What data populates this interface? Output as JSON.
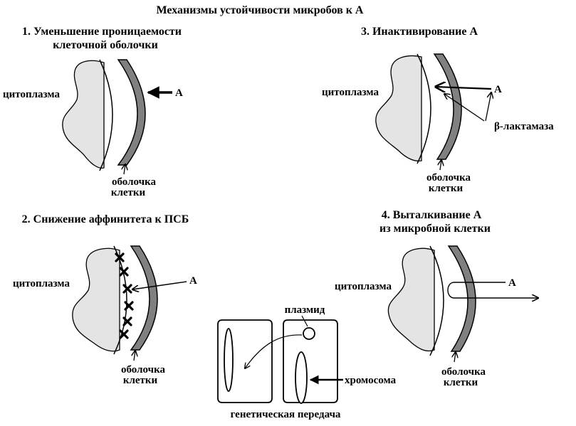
{
  "title": "Механизмы устойчивости микробов к А",
  "colors": {
    "shell": "#808080",
    "cytoplasm": "#e4e4e4",
    "stroke": "#000000"
  },
  "panels": [
    {
      "heading": [
        "1. Уменьшение проницаемости",
        "клеточной оболочки"
      ],
      "cytoplasm_label": "цитоплазма",
      "antibiotic_label": "А",
      "shell_label": [
        "оболочка",
        "клетки"
      ]
    },
    {
      "heading": [
        "2. Снижение аффинитета к ПСБ"
      ],
      "cytoplasm_label": "цитоплазма",
      "antibiotic_label": "А",
      "shell_label": [
        "оболочка",
        "клетки"
      ],
      "binding_site_icon": "cross-mark-icon"
    },
    {
      "heading": [
        "3. Инактивирование А"
      ],
      "cytoplasm_label": "цитоплазма",
      "antibiotic_label": "А",
      "enzyme_label": "β-лактамаза",
      "shell_label": [
        "оболочка",
        "клетки"
      ]
    },
    {
      "heading": [
        "4. Выталкивание А",
        "из микробной клетки"
      ],
      "cytoplasm_label": "цитоплазма",
      "antibiotic_label": "А",
      "shell_label": [
        "оболочка",
        "клетки"
      ]
    }
  ],
  "transfer": {
    "plasmid_label": "плазмид",
    "chromosome_label": "хромосома",
    "caption": "генетическая передача"
  }
}
